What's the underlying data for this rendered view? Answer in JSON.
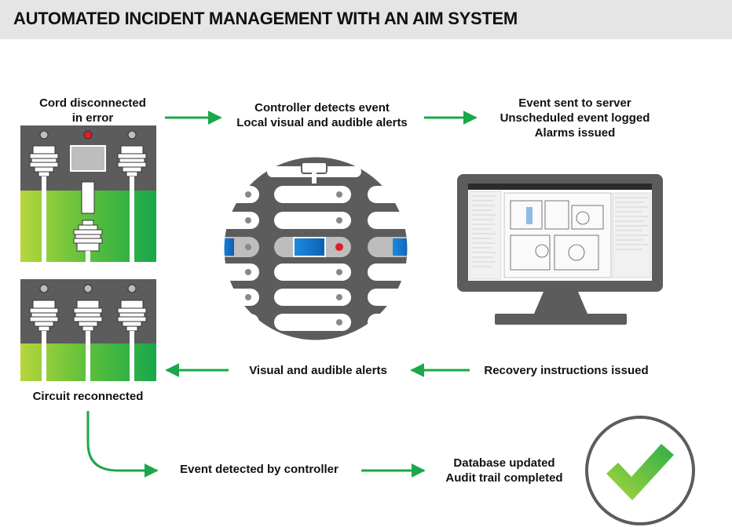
{
  "header": {
    "title": "AUTOMATED INCIDENT MANAGEMENT WITH AN AIM SYSTEM"
  },
  "steps": {
    "cord_disconnected": [
      "Cord disconnected",
      "in error"
    ],
    "controller_detects": [
      "Controller detects event",
      "Local visual and audible alerts"
    ],
    "event_sent": [
      "Event sent to server",
      "Unscheduled event logged",
      "Alarms issued"
    ],
    "recovery": "Recovery instructions issued",
    "visual_alerts": "Visual and audible alerts",
    "circuit_reconnected": "Circuit reconnected",
    "event_detected": "Event detected by controller",
    "database_updated": [
      "Database updated",
      "Audit trail completed"
    ]
  },
  "colors": {
    "arrow_green": "#1aa84a",
    "panel_gray": "#5c5c5c",
    "led_red": "#e01b2a",
    "port_blue": "#1c7fd0",
    "check_green": "#6cc23a"
  },
  "icons": {
    "check": "check-icon",
    "monitor": "monitor-icon",
    "controller": "controller-icon"
  }
}
